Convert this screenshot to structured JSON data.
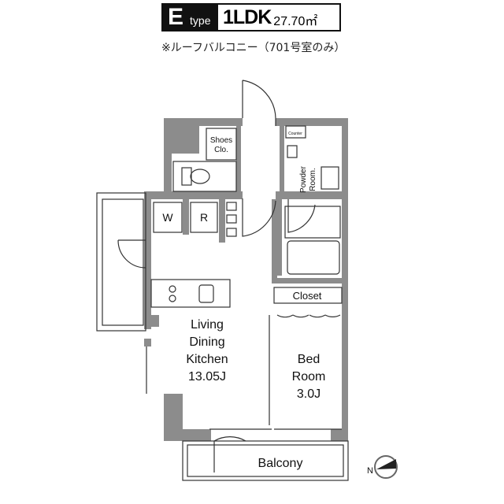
{
  "header": {
    "type_letter": "E",
    "type_word": "type",
    "layout": "1LDK",
    "area": "27.70㎡"
  },
  "subtitle": "※ルーフバルコニー（701号室のみ）",
  "rooms": {
    "shoes": [
      "Shoes",
      "Clo."
    ],
    "counter": "Counter",
    "powder": [
      "Powder",
      "Room."
    ],
    "washer": "W",
    "fridge": "R",
    "closet": "Closet",
    "ldk": [
      "Living",
      "Dining",
      "Kitchen",
      "13.05J"
    ],
    "bedroom": [
      "Bed",
      "Room",
      "3.0J"
    ],
    "balcony": "Balcony"
  },
  "compass": {
    "label": "N"
  },
  "colors": {
    "wall": "#8c8c8c",
    "line": "#333333"
  }
}
